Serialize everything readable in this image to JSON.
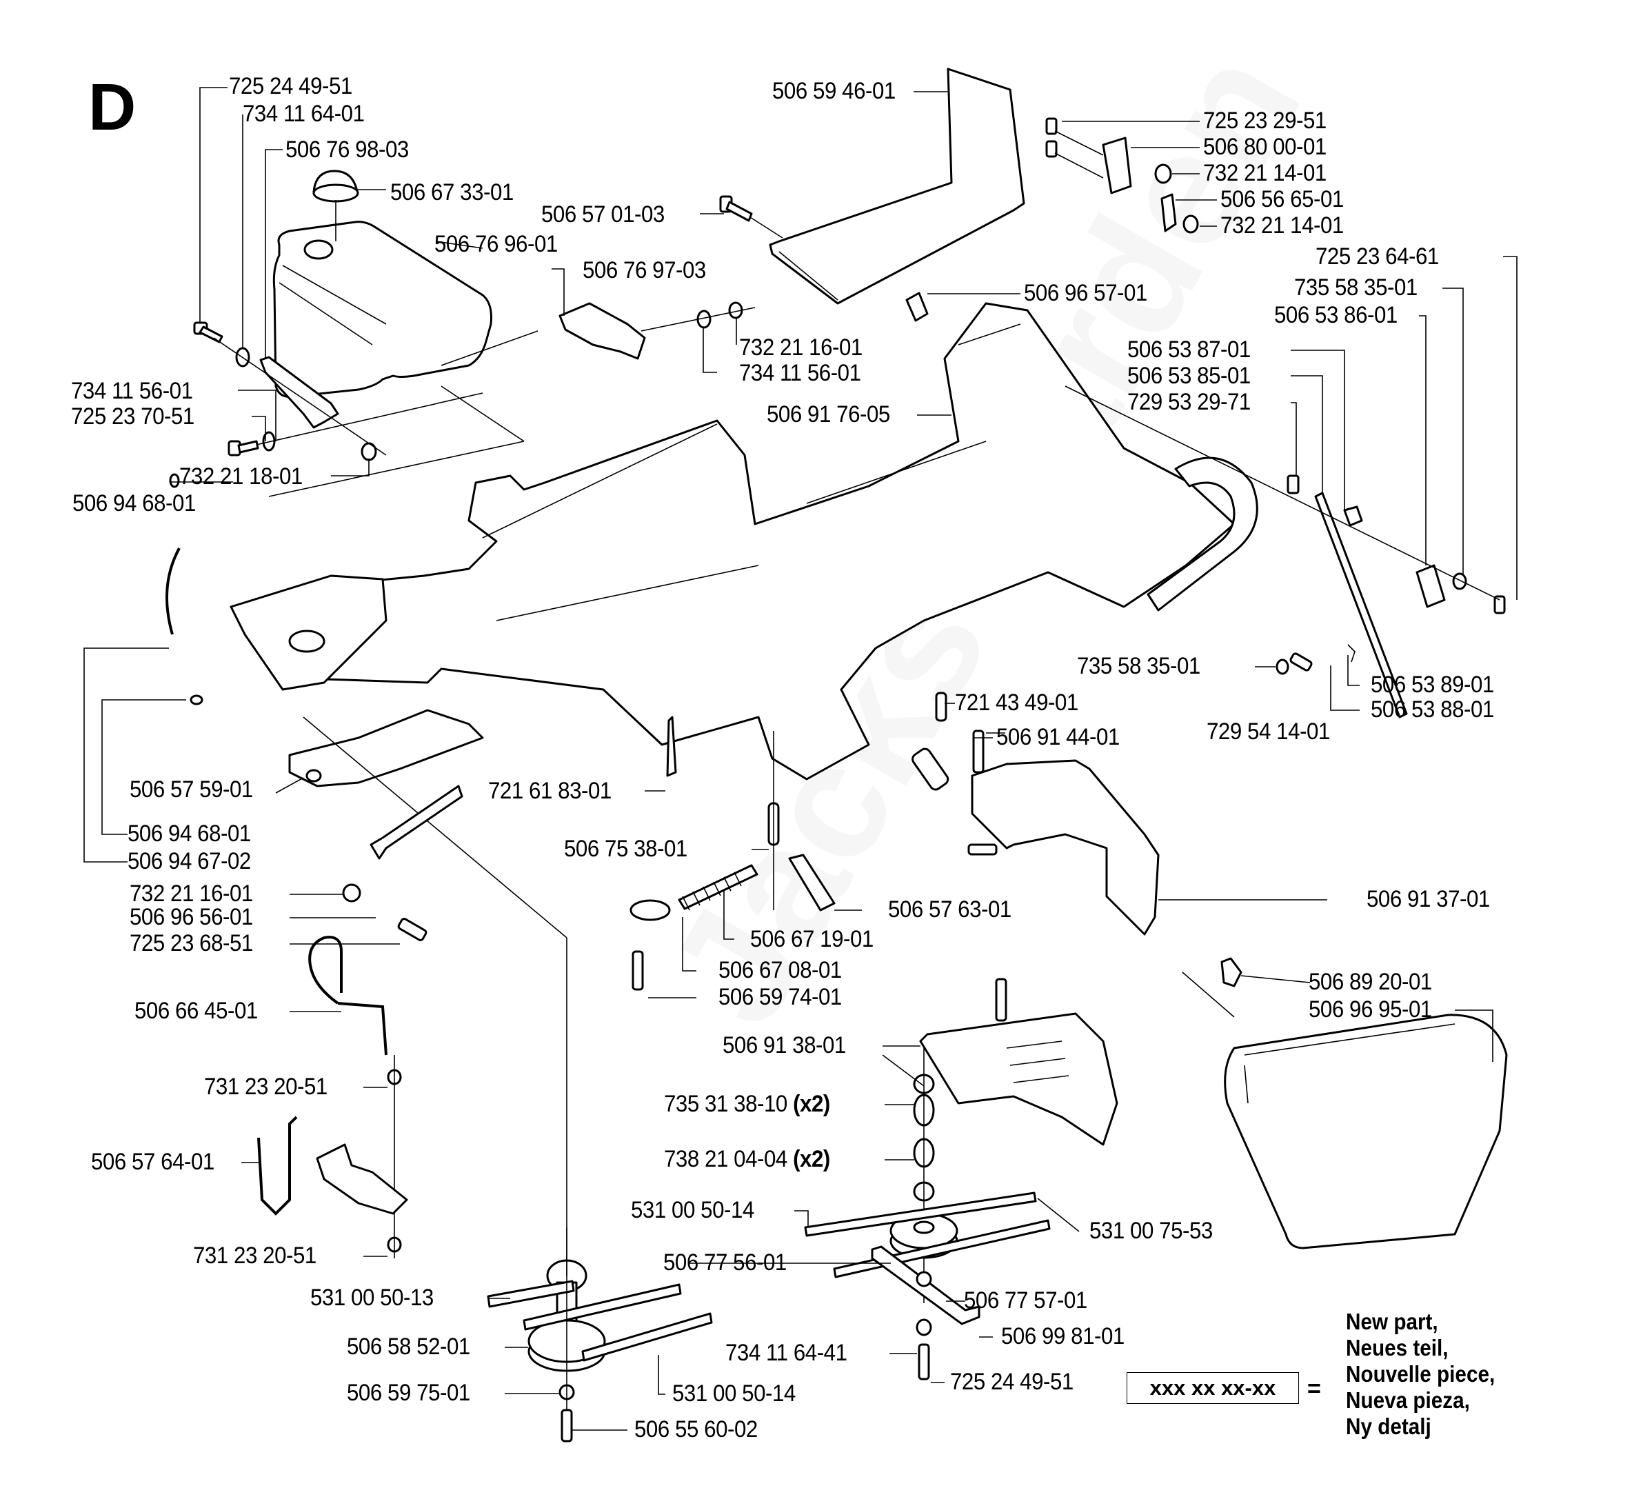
{
  "section_letter": "D",
  "watermark": "Jacks Garden",
  "parts": {
    "p725_24_49_51_top": "725 24 49-51",
    "p734_11_64_01": "734 11 64-01",
    "p506_76_98_03": "506 76 98-03",
    "p506_67_33_01": "506 67 33-01",
    "p506_76_96_01": "506 76 96-01",
    "p506_76_97_03": "506 76 97-03",
    "p732_21_16_01_mid": "732 21 16-01",
    "p734_11_56_01_mid": "734 11 56-01",
    "p734_11_56_01_left": "734 11 56-01",
    "p725_23_70_51": "725 23 70-51",
    "p732_21_18_01": "732 21 18-01",
    "p506_94_68_01_top": "506 94 68-01",
    "p506_59_46_01": "506 59 46-01",
    "p506_57_01_03": "506 57 01-03",
    "p725_23_29_51": "725 23 29-51",
    "p506_80_00_01": "506 80 00-01",
    "p732_21_14_01_a": "732 21 14-01",
    "p506_56_65_01": "506 56 65-01",
    "p732_21_14_01_b": "732 21 14-01",
    "p725_23_64_61": "725 23 64-61",
    "p735_58_35_01_top": "735 58 35-01",
    "p506_53_86_01": "506 53 86-01",
    "p506_96_57_01": "506 96 57-01",
    "p506_53_87_01": "506 53 87-01",
    "p506_53_85_01": "506 53 85-01",
    "p729_53_29_71": "729 53 29-71",
    "p506_91_76_05": "506 91 76-05",
    "p735_58_35_01_bottom": "735 58 35-01",
    "p506_53_89_01": "506 53 89-01",
    "p506_53_88_01": "506 53 88-01",
    "p721_43_49_01": "721 43 49-01",
    "p506_91_44_01": "506 91 44-01",
    "p729_54_14_01": "729 54 14-01",
    "p506_57_59_01": "506 57 59-01",
    "p721_61_83_01": "721 61 83-01",
    "p506_94_68_01_bottom": "506 94 68-01",
    "p506_94_67_02": "506 94 67-02",
    "p506_75_38_01": "506 75 38-01",
    "p732_21_16_01_low": "732 21 16-01",
    "p506_96_56_01": "506 96 56-01",
    "p725_23_68_51": "725 23 68-51",
    "p506_57_63_01": "506 57 63-01",
    "p506_91_37_01": "506 91 37-01",
    "p506_67_19_01": "506 67 19-01",
    "p506_67_08_01": "506 67 08-01",
    "p506_59_74_01": "506 59 74-01",
    "p506_89_20_01": "506 89 20-01",
    "p506_96_95_01": "506 96 95-01",
    "p506_66_45_01": "506 66 45-01",
    "p506_91_38_01": "506 91 38-01",
    "p731_23_20_51_a": "731 23 20-51",
    "p735_31_38_10": "735 31 38-10",
    "p738_21_04_04": "738 21 04-04",
    "qty_x2": "(x2)",
    "p506_57_64_01": "506 57 64-01",
    "p531_00_50_14_right": "531 00 50-14",
    "p531_00_75_53": "531 00 75-53",
    "p731_23_20_51_b": "731 23 20-51",
    "p506_77_56_01": "506 77 56-01",
    "p506_77_57_01": "506 77 57-01",
    "p531_00_50_13": "531 00 50-13",
    "p506_99_81_01": "506 99 81-01",
    "p506_58_52_01": "506 58 52-01",
    "p734_11_64_41": "734 11 64-41",
    "p531_00_50_14_left": "531 00 50-14",
    "p725_24_49_51_bottom": "725 24 49-51",
    "p506_59_75_01": "506 59 75-01",
    "p506_55_60_02": "506 55 60-02"
  },
  "legend": {
    "placeholder_number": "xxx xx xx-xx",
    "equals": "=",
    "lines": [
      "New part,",
      "Neues teil,",
      "Nouvelle piece,",
      "Nueva pieza,",
      "Ny detalj"
    ]
  }
}
